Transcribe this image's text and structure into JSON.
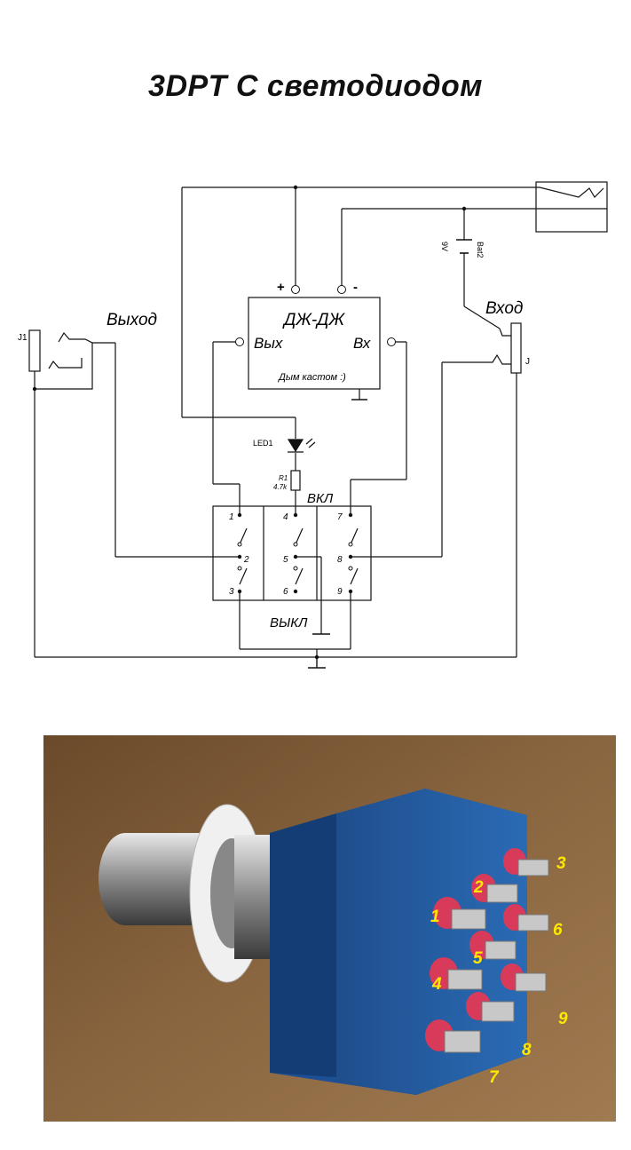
{
  "title": "3DPT  С светодиодом",
  "schematic": {
    "output_label": "Выход",
    "input_label": "Вход",
    "jack_out_ref": "J1",
    "jack_in_ref": "J",
    "battery_ref": "Bat2",
    "battery_voltage": "9V",
    "plus_sign": "+",
    "minus_sign": "-",
    "pedal_name": "ДЖ-ДЖ",
    "pedal_out": "Вых",
    "pedal_in": "Вх",
    "pedal_note": "Дым кастом :)",
    "led_ref": "LED1",
    "resistor_ref": "R1",
    "resistor_value": "4.7k",
    "on_label": "ВКЛ",
    "off_label": "ВЫКЛ",
    "pins": [
      "1",
      "2",
      "3",
      "4",
      "5",
      "6",
      "7",
      "8",
      "9"
    ]
  },
  "photo": {
    "pin_labels": [
      "1",
      "2",
      "3",
      "4",
      "5",
      "6",
      "7",
      "8",
      "9"
    ],
    "label_color": "#ffe800"
  }
}
